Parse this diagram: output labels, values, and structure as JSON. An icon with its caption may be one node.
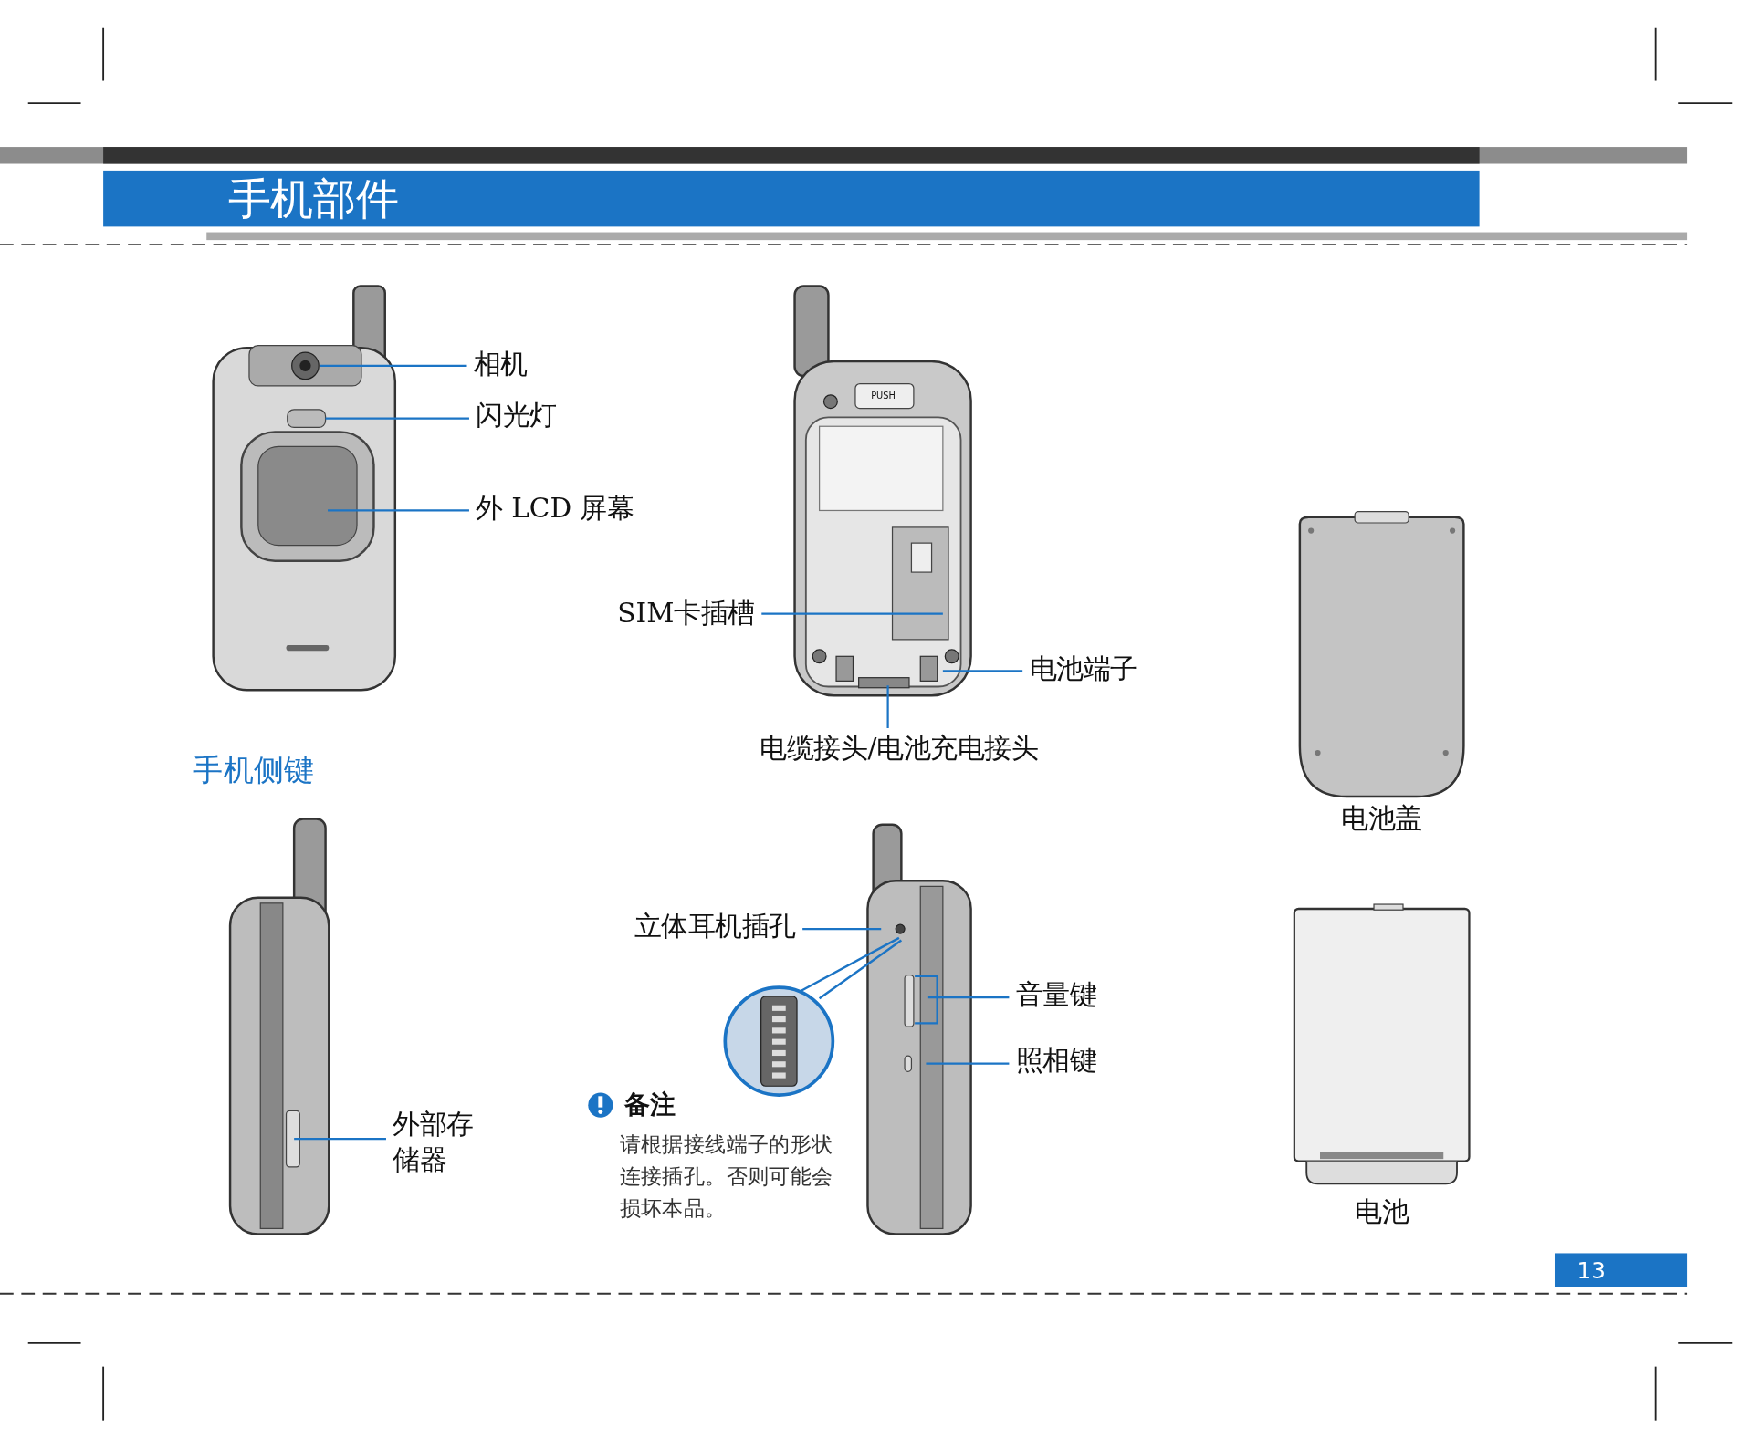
{
  "diagram": {
    "title": "手机部件",
    "nodes": [
      {
        "text": [
          "相机"
        ]
      },
      {
        "text": [
          "闪光灯"
        ]
      },
      {
        "text": [
          "外 LCD 屏幕"
        ]
      },
      {
        "text": [
          "SIM卡插槽"
        ]
      },
      {
        "text": [
          "电池端子"
        ]
      },
      {
        "text": [
          "电缆接头/电池充电接头"
        ]
      },
      {
        "text": [
          "电池盖"
        ]
      },
      {
        "text": [
          "电池"
        ]
      },
      {
        "text": [
          "外部存储器"
        ]
      },
      {
        "text": [
          "立体耳机插孔"
        ]
      },
      {
        "text": [
          "音量键"
        ]
      },
      {
        "text": [
          "照相键"
        ]
      },
      {
        "text": [],
        "shape": "circle"
      },
      {
        "text": [],
        "shape": "box"
      },
      {
        "text": [],
        "shape": "box"
      }
    ],
    "edges": [
      {
        "from": 0,
        "to": null,
        "arrow": "none"
      },
      {
        "from": 1,
        "to": null,
        "arrow": "none"
      },
      {
        "from": 2,
        "to": null,
        "arrow": "none"
      },
      {
        "from": 3,
        "to": null,
        "arrow": "none"
      },
      {
        "from": 4,
        "to": null,
        "arrow": "none"
      },
      {
        "from": 5,
        "to": null,
        "arrow": "none"
      },
      {
        "from": 8,
        "to": null,
        "arrow": "none"
      },
      {
        "from": 9,
        "to": 12,
        "arrow": "none"
      },
      {
        "from": 10,
        "to": 13,
        "arrow": "none"
      },
      {
        "from": 11,
        "to": 14,
        "arrow": "none"
      }
    ],
    "labels": [
      "PUSH",
      "手机侧键",
      "备注",
      "请根据接线端子的形状连接插孔。否则可能会损坏本品。",
      "13"
    ]
  }
}
